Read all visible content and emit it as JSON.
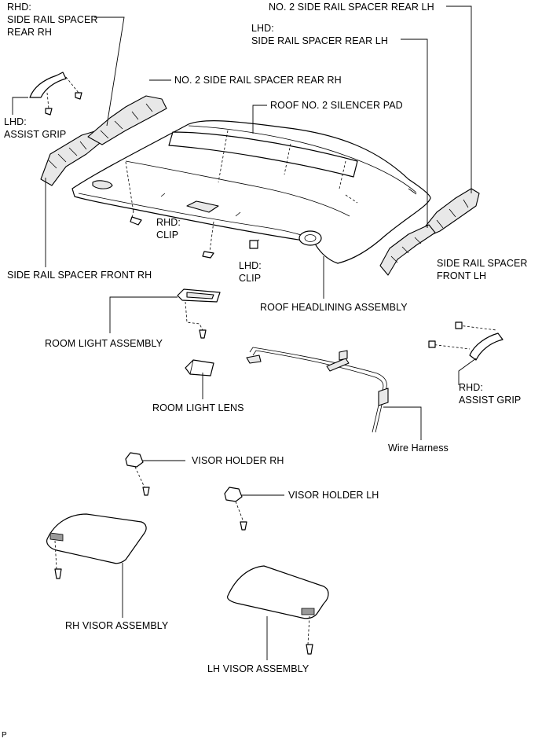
{
  "labels": {
    "rhd_side_rail_spacer_rear_rh": [
      "RHD:",
      "SIDE RAIL SPACER",
      "REAR RH"
    ],
    "no2_side_rail_spacer_rear_lh": "NO. 2 SIDE RAIL SPACER REAR LH",
    "lhd_side_rail_spacer_rear_lh": [
      "LHD:",
      "SIDE RAIL SPACER REAR LH"
    ],
    "no2_side_rail_spacer_rear_rh": "NO. 2 SIDE RAIL SPACER REAR RH",
    "roof_no2_silencer_pad": "ROOF NO. 2 SILENCER PAD",
    "lhd_assist_grip": [
      "LHD:",
      "ASSIST GRIP"
    ],
    "rhd_clip": [
      "RHD:",
      "CLIP"
    ],
    "side_rail_spacer_front_lh": [
      "SIDE RAIL SPACER",
      "FRONT LH"
    ],
    "side_rail_spacer_front_rh": "SIDE RAIL SPACER FRONT RH",
    "lhd_clip": [
      "LHD:",
      "CLIP"
    ],
    "roof_headlining_assembly": "ROOF HEADLINING ASSEMBLY",
    "room_light_assembly": "ROOM LIGHT ASSEMBLY",
    "rhd_assist_grip": [
      "RHD:",
      "ASSIST GRIP"
    ],
    "room_light_lens": "ROOM LIGHT LENS",
    "wire_harness": "Wire Harness",
    "visor_holder_rh": "VISOR HOLDER RH",
    "visor_holder_lh": "VISOR HOLDER LH",
    "rh_visor_assembly": "RH VISOR ASSEMBLY",
    "lh_visor_assembly": "LH VISOR ASSEMBLY",
    "corner_mark": "P"
  }
}
